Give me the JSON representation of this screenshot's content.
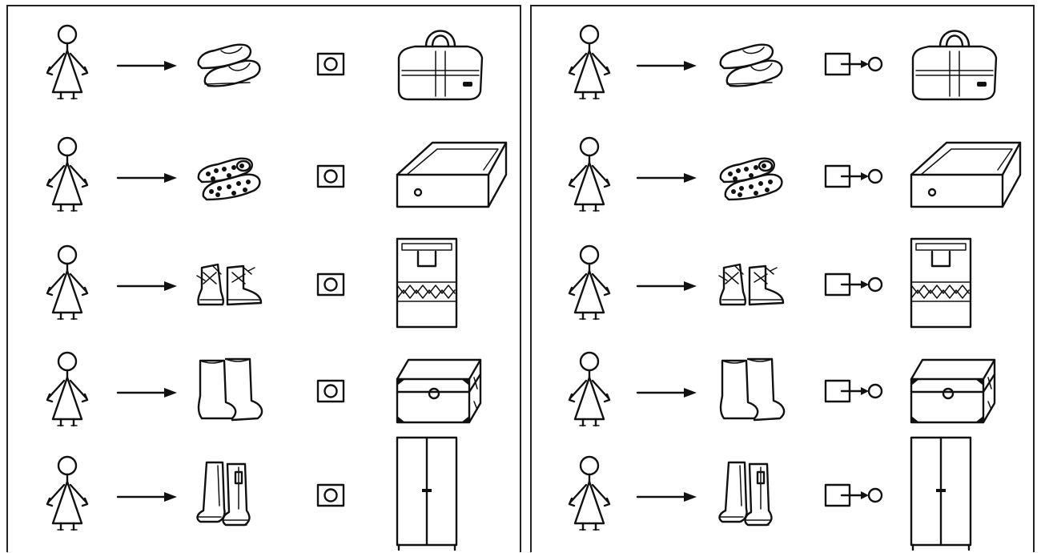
{
  "panels": [
    {
      "id": "left",
      "symbol": "box-with-circle",
      "rows": [
        {
          "item": "shoes-icon",
          "container": "handbag-icon"
        },
        {
          "item": "polka-dot-shoes-icon",
          "container": "drawer-icon"
        },
        {
          "item": "lace-up-boots-icon",
          "container": "shopping-bag-icon"
        },
        {
          "item": "felt-boots-icon",
          "container": "chest-icon"
        },
        {
          "item": "tall-boots-icon",
          "container": "wardrobe-icon"
        }
      ]
    },
    {
      "id": "right",
      "symbol": "box-arrow-circle",
      "rows": [
        {
          "item": "shoes-icon",
          "container": "handbag-icon"
        },
        {
          "item": "polka-dot-shoes-icon",
          "container": "drawer-icon"
        },
        {
          "item": "lace-up-boots-icon",
          "container": "shopping-bag-icon"
        },
        {
          "item": "felt-boots-icon",
          "container": "chest-icon"
        },
        {
          "item": "tall-boots-icon",
          "container": "wardrobe-icon"
        }
      ]
    }
  ],
  "colors": {
    "ink": "#111111",
    "background": "#ffffff"
  }
}
